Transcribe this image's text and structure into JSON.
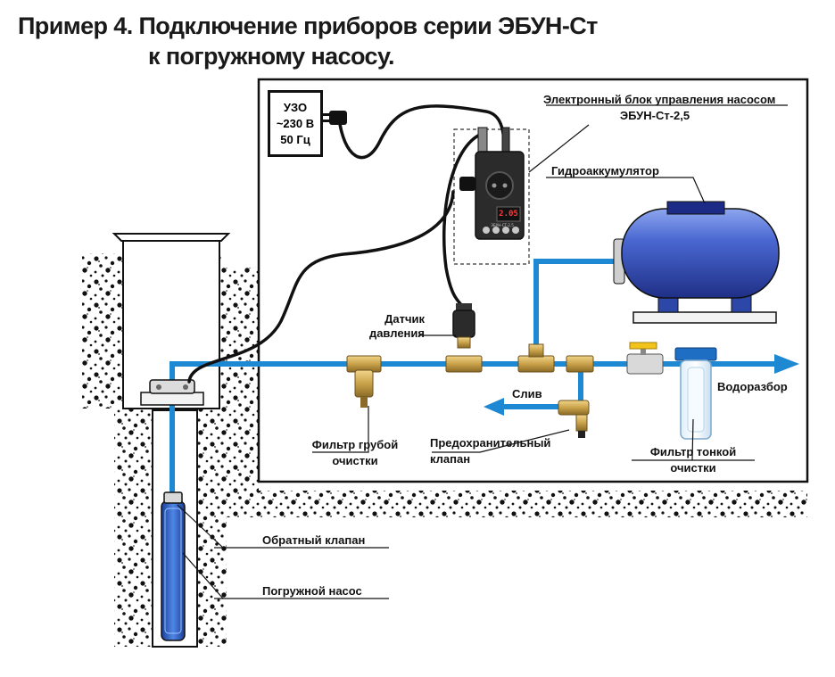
{
  "title": {
    "line1": "Пример 4. Подключение приборов серии ЭБУН-Ст",
    "line2": "к погружному насосу."
  },
  "uzo": {
    "line1": "УЗО",
    "line2": "~230 В",
    "line3": "50 Гц"
  },
  "device": {
    "title_line1": "Электронный блок управления насосом",
    "title_line2": "ЭБУН-Ст-2,5",
    "display": "2.05",
    "model_text": "ЭБУН-СТ-2,5"
  },
  "labels": {
    "accumulator": "Гидроаккумулятор",
    "pressure_sensor_line1": "Датчик",
    "pressure_sensor_line2": "давления",
    "coarse_filter_line1": "Фильтр грубой",
    "coarse_filter_line2": "очистки",
    "drain": "Слив",
    "safety_valve_line1": "Предохранительный",
    "safety_valve_line2": "клапан",
    "water_outlet": "Водоразбор",
    "fine_filter_line1": "Фильтр тонкой",
    "fine_filter_line2": "очистки",
    "check_valve": "Обратный клапан",
    "submersible_pump": "Погружной насос"
  },
  "colors": {
    "pipe": "#1e88d2",
    "cable": "#111111",
    "tank": "#3f5fc8",
    "brass": "#c9a24a",
    "soil": "#111111"
  }
}
